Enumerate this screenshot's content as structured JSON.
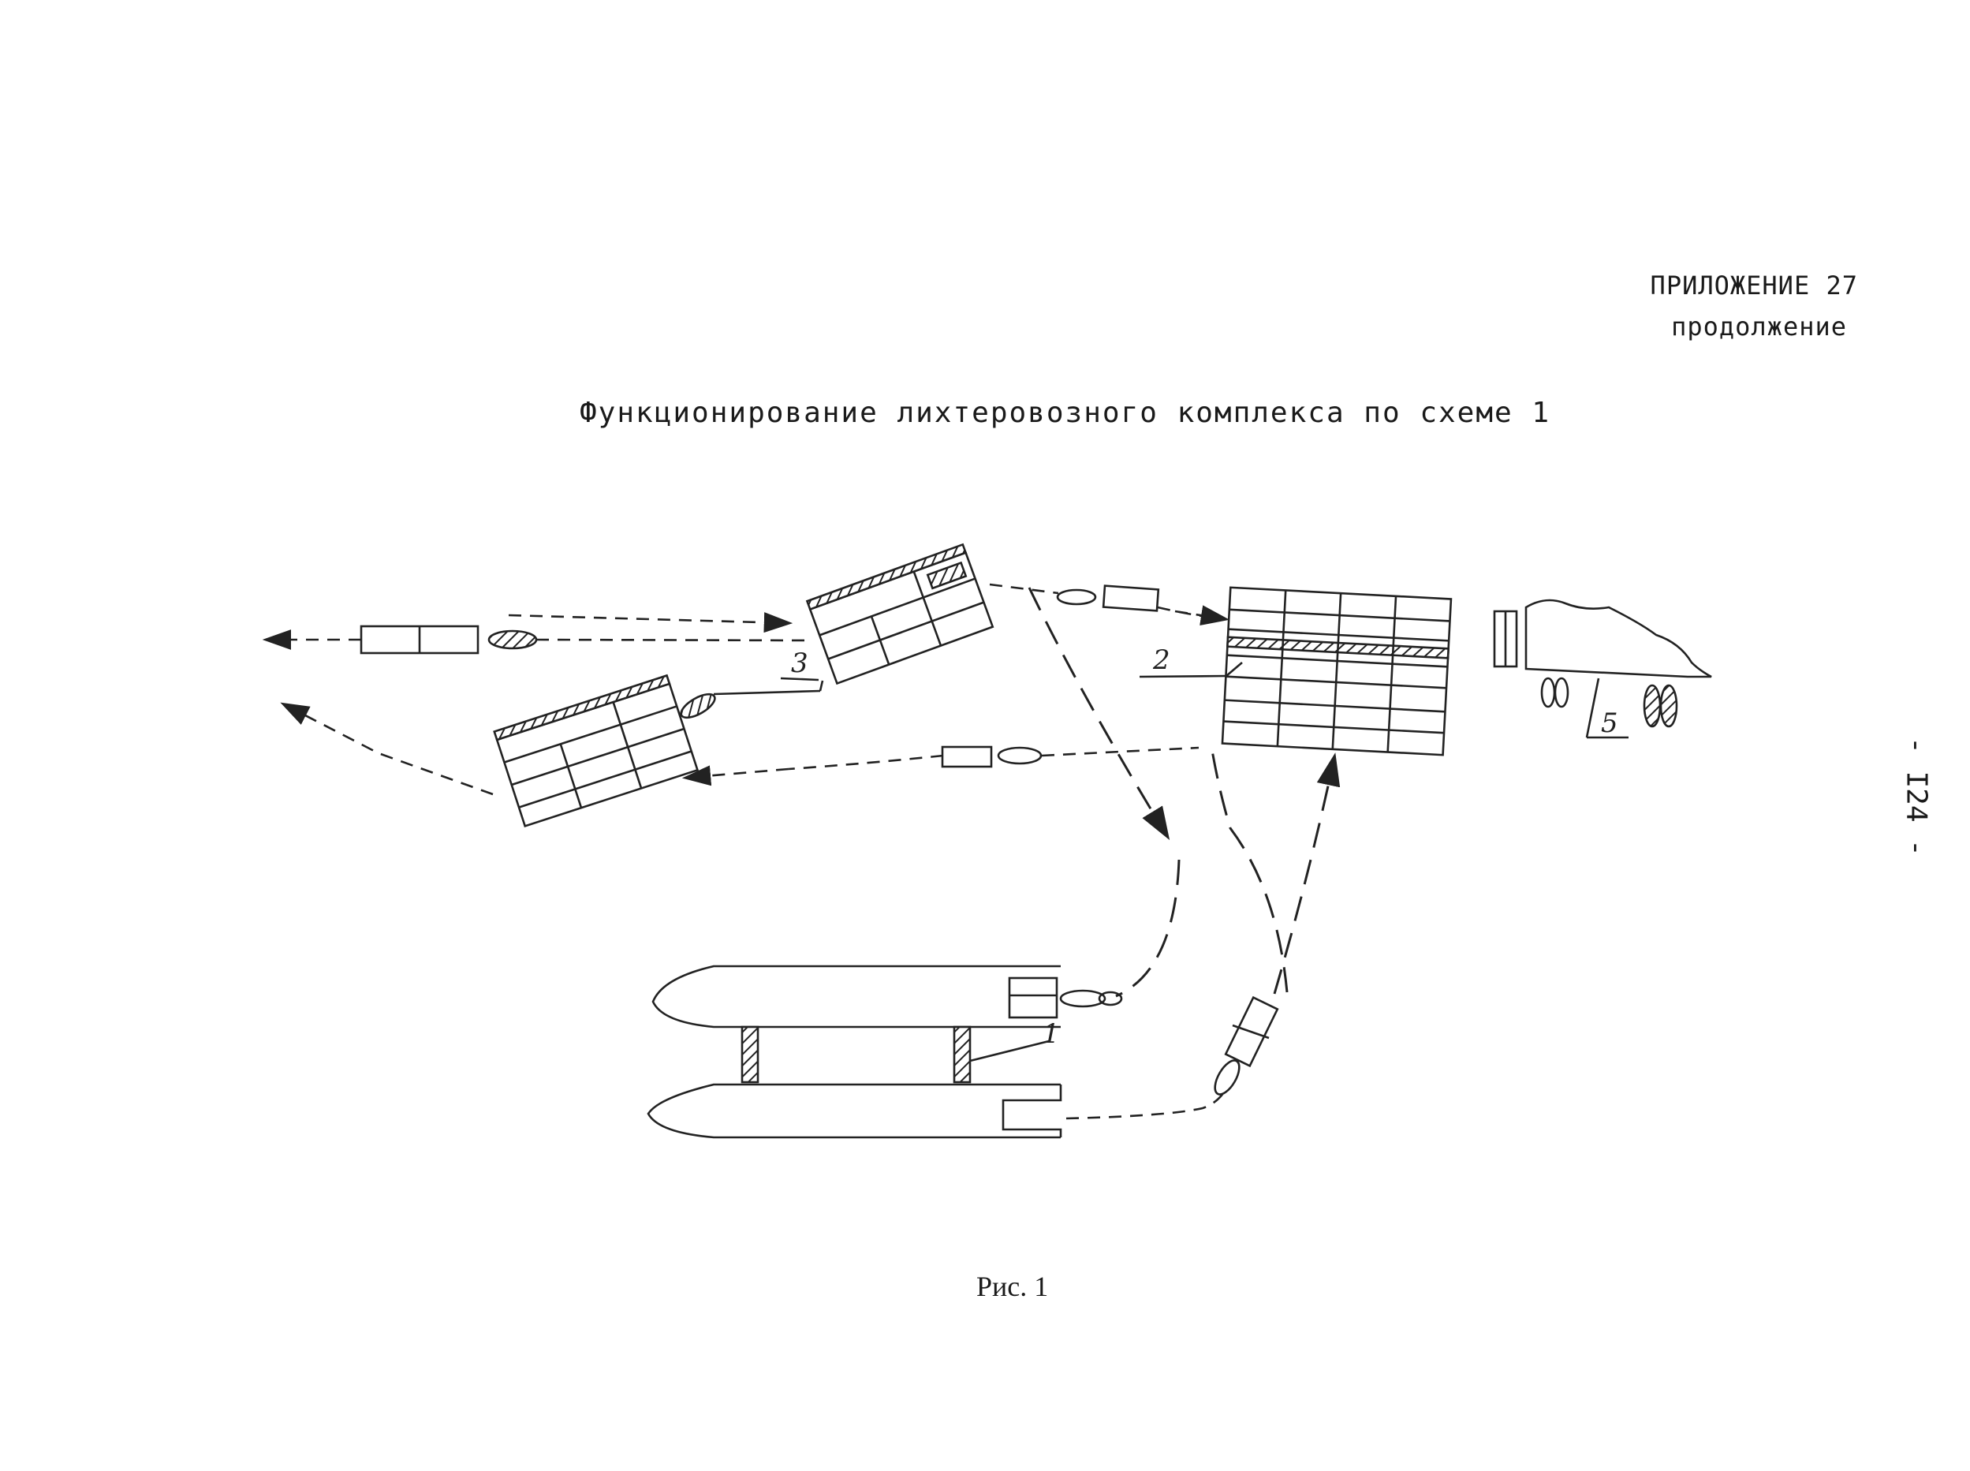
{
  "header": {
    "appendix": "ПРИЛОЖЕНИЕ 27",
    "continuation": "продолжение"
  },
  "title": "Функционирование лихтеровозного комплекса по схеме 1",
  "figure_caption": "Рис. 1",
  "page_number": "- I24 -",
  "labels": {
    "one": "1",
    "two": "2",
    "three": "3",
    "five": "5"
  }
}
